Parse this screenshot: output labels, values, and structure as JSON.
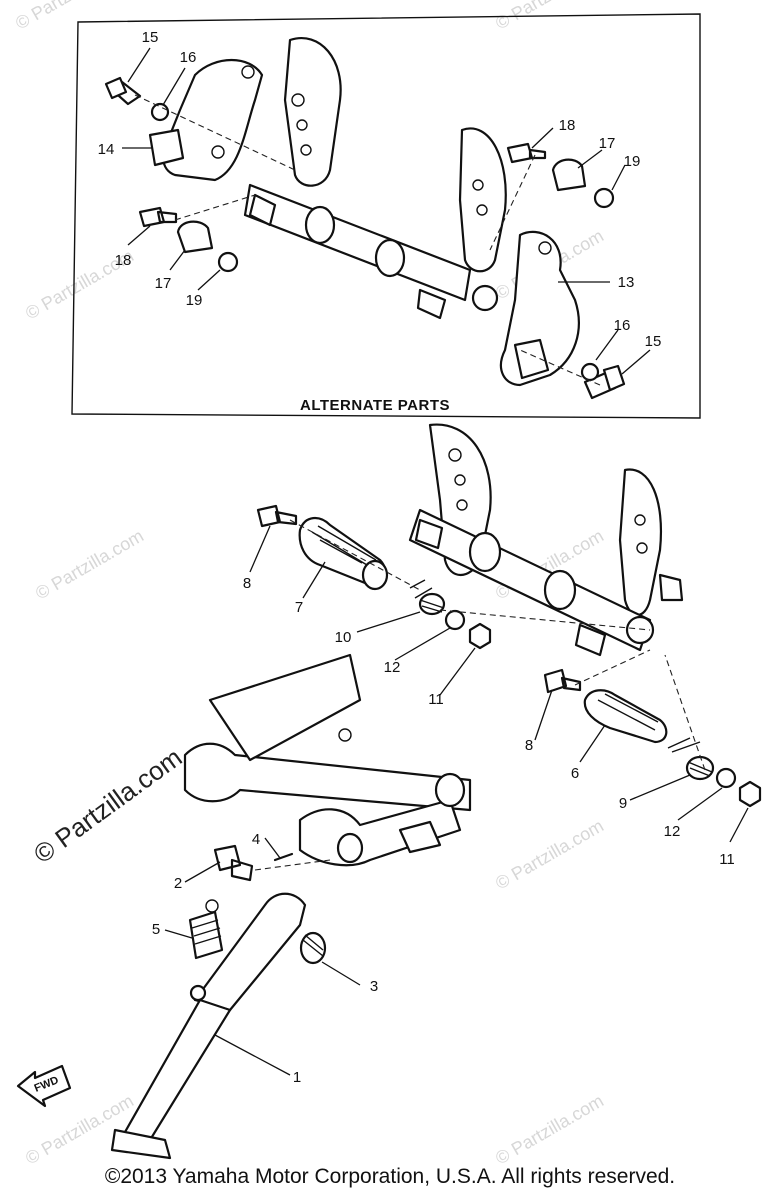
{
  "diagram": {
    "inset_label": "ALTERNATE PARTS",
    "watermark_small": "© Partzilla.com",
    "watermark_large": "© Partzilla.com",
    "direction_arrow_label": "FWD",
    "copyright": "©2013 Yamaha Motor Corporation, U.S.A. All rights reserved.",
    "callouts": {
      "c15a": "15",
      "c16a": "16",
      "c14": "14",
      "c18a": "18",
      "c17a": "17",
      "c19a": "19",
      "c18b": "18",
      "c17b": "17",
      "c19b": "19",
      "c13": "13",
      "c16b": "16",
      "c15b": "15",
      "c8a": "8",
      "c7": "7",
      "c10": "10",
      "c12a": "12",
      "c11a": "11",
      "c8b": "8",
      "c6": "6",
      "c9": "9",
      "c12b": "12",
      "c11b": "11",
      "c4": "4",
      "c2": "2",
      "c5": "5",
      "c3": "3",
      "c1": "1"
    }
  }
}
